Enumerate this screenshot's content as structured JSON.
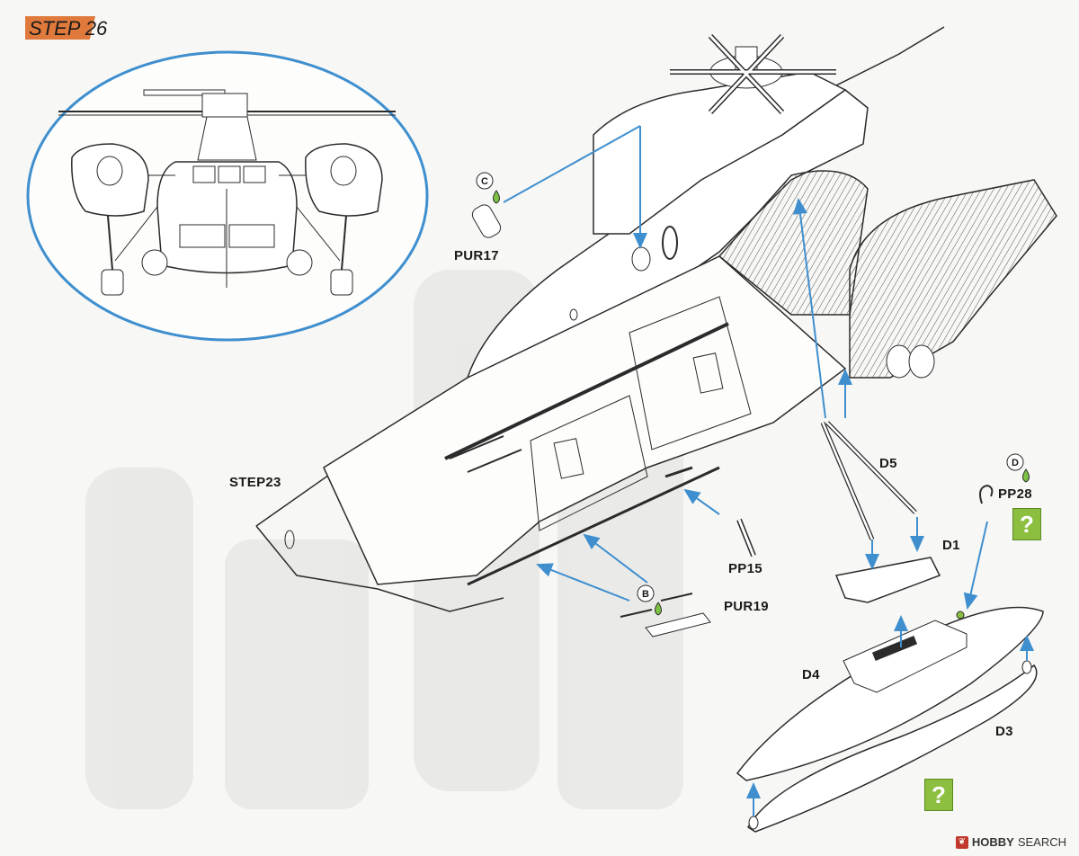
{
  "step": {
    "label": "STEP 26"
  },
  "labels": {
    "pur17": "PUR17",
    "step23": "STEP23",
    "pp15": "PP15",
    "pur19": "PUR19",
    "d5": "D5",
    "d1": "D1",
    "pp28": "PP28",
    "d4": "D4",
    "d3": "D3"
  },
  "glue_markers": {
    "c": "C",
    "b": "B",
    "d": "D"
  },
  "unknown_marks": {
    "q1": "?",
    "q2": "?"
  },
  "watermark": {
    "prefix": "HOBBY",
    "suffix": "SEARCH"
  },
  "colors": {
    "step_accent": "#e07a3c",
    "arrow": "#3f8fcf",
    "inset_border": "#3f8fcf",
    "question_box": "#8cbf3f",
    "glue": "#7cc243",
    "line": "#2b2b2b"
  }
}
